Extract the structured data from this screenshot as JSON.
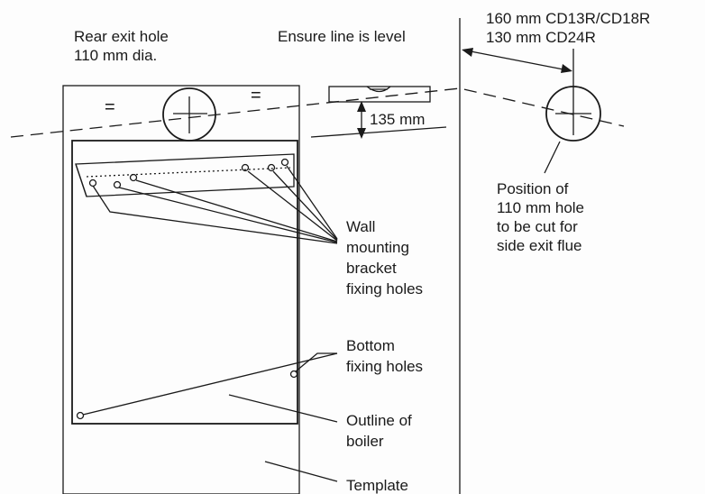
{
  "labels": {
    "rear_exit_1": "Rear exit hole",
    "rear_exit_2": "110 mm dia.",
    "level": "Ensure line is level",
    "side_dim_1": "160 mm CD13R/CD18R",
    "side_dim_2": "130 mm CD24R",
    "dim_135": "135 mm",
    "equal_left": "=",
    "equal_right": "=",
    "position_1": "Position of",
    "position_2": "110 mm hole",
    "position_3": "to be cut for",
    "position_4": "side exit flue",
    "wall_1": "Wall",
    "wall_2": "mounting",
    "wall_3": "bracket",
    "wall_4": "fixing holes",
    "bottom_1": "Bottom",
    "bottom_2": "fixing holes",
    "outline_1": "Outline of",
    "outline_2": "boiler",
    "template": "Template"
  }
}
